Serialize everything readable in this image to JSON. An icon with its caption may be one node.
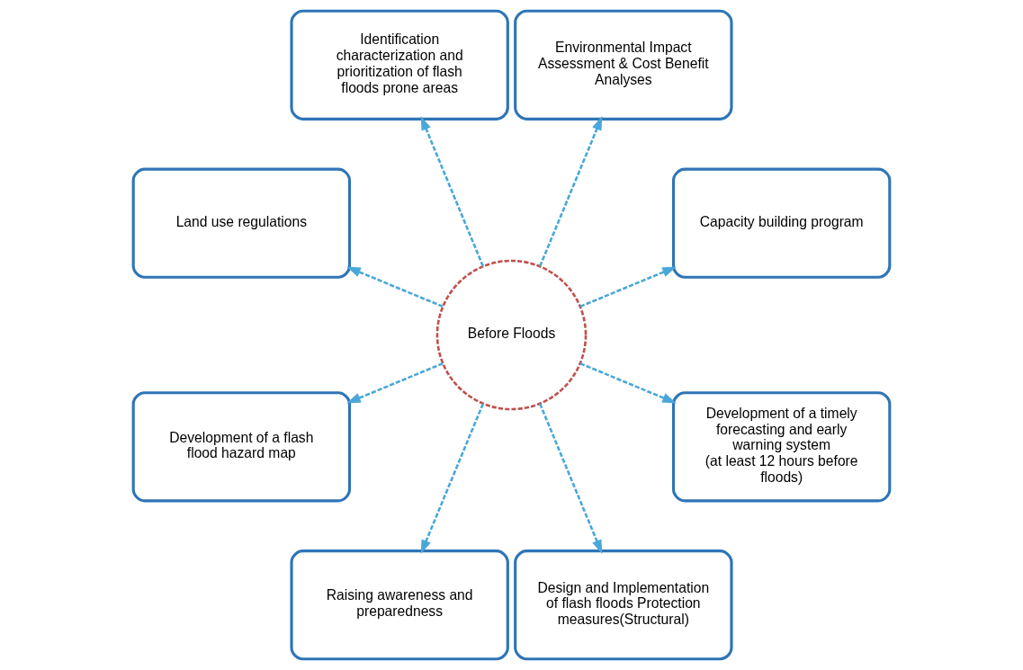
{
  "diagram": {
    "nodes": [
      {
        "text": [
          "Capacity building program"
        ]
      },
      {
        "text": [
          "Environmental Impact Assessment & Cost Benefit Analyses"
        ]
      },
      {
        "text": [
          "Identification characterization and prioritization of flash floods prone areas"
        ]
      },
      {
        "text": [
          "Land use regulations"
        ]
      },
      {
        "text": [
          "Before Floods"
        ]
      },
      {
        "text": [
          "Development of a flash flood hazard map"
        ]
      },
      {
        "text": [
          "Raising awareness and preparedness"
        ]
      },
      {
        "text": [
          "Design and Implementation of flash floods Protection measures(Structural)"
        ]
      },
      {
        "text": [
          "Development of a timely forecasting and early warning system",
          "(at least 12 hours before floods)"
        ]
      }
    ],
    "edges": [
      {
        "from": 4,
        "to": 0,
        "arrow": "to",
        "style": "dashed"
      },
      {
        "from": 4,
        "to": 1,
        "arrow": "to",
        "style": "dashed"
      },
      {
        "from": 4,
        "to": 2,
        "arrow": "to",
        "style": "dashed"
      },
      {
        "from": 4,
        "to": 3,
        "arrow": "to",
        "style": "dashed"
      },
      {
        "from": 4,
        "to": 5,
        "arrow": "to",
        "style": "dashed"
      },
      {
        "from": 4,
        "to": 6,
        "arrow": "to",
        "style": "dashed"
      },
      {
        "from": 4,
        "to": 7,
        "arrow": "to",
        "style": "dashed"
      },
      {
        "from": 4,
        "to": 8,
        "arrow": "to",
        "style": "dashed"
      }
    ]
  }
}
